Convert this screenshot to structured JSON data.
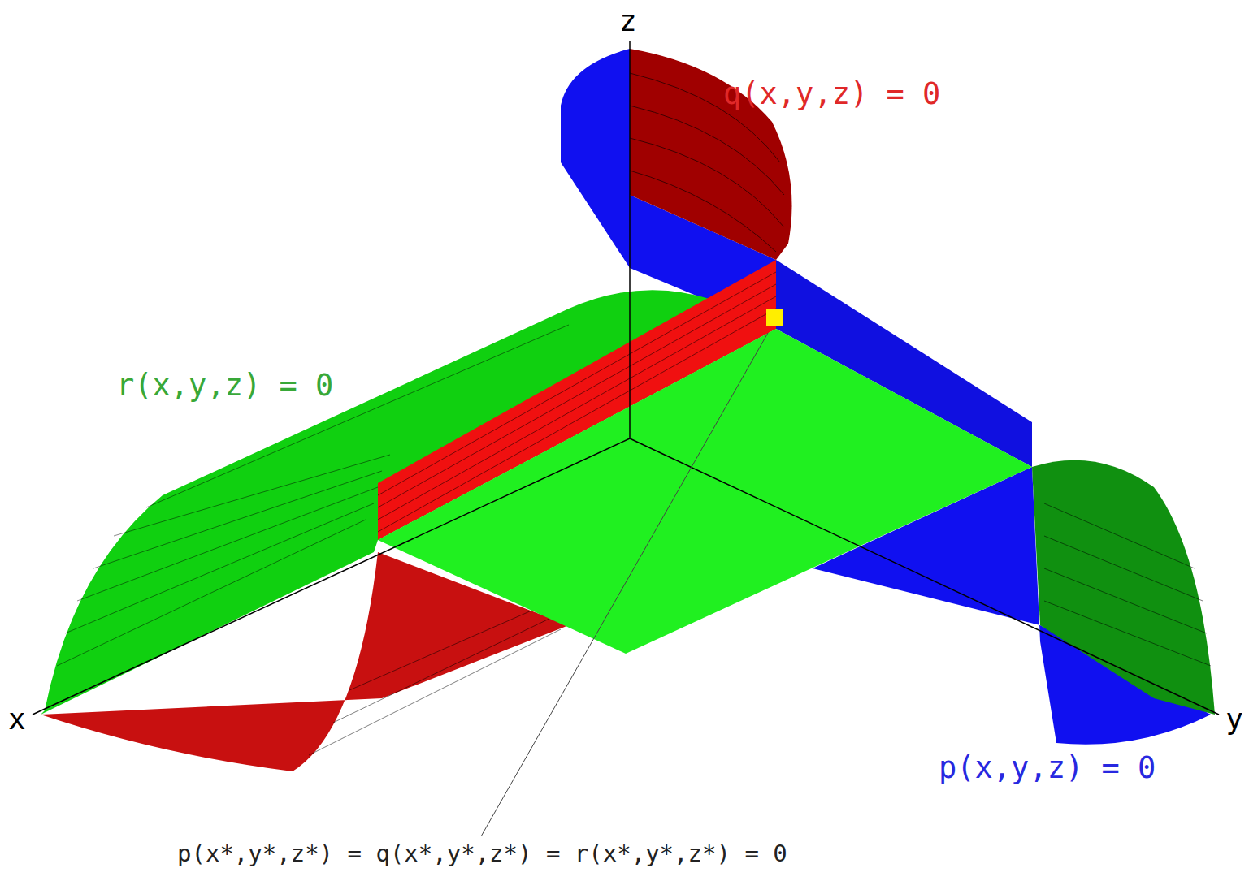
{
  "diagram": {
    "labels": [
      "z",
      "q(x,y,z) = 0",
      "r(x,y,z) = 0",
      "x",
      "y",
      "p(x,y,z) = 0",
      "p(x*,y*,z*) = q(x*,y*,z*) = r(x*,y*,z*) = 0"
    ]
  }
}
